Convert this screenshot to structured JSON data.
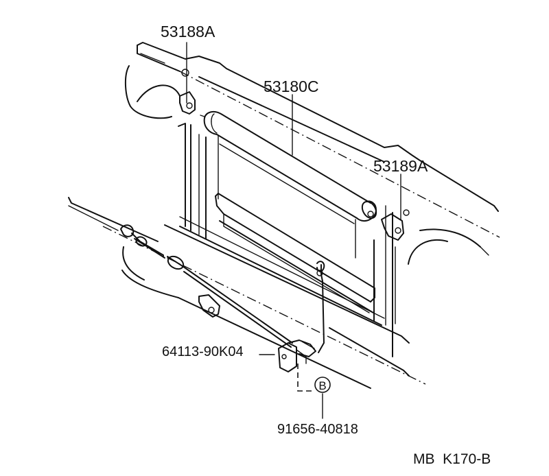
{
  "parts": {
    "p53188A": "53188A",
    "p53180C": "53180C",
    "p53189A": "53189A",
    "p64113": "64113-90K04",
    "p91656": "91656-40818"
  },
  "callout_marker": "B",
  "diagram_code": "MB  K170-B"
}
